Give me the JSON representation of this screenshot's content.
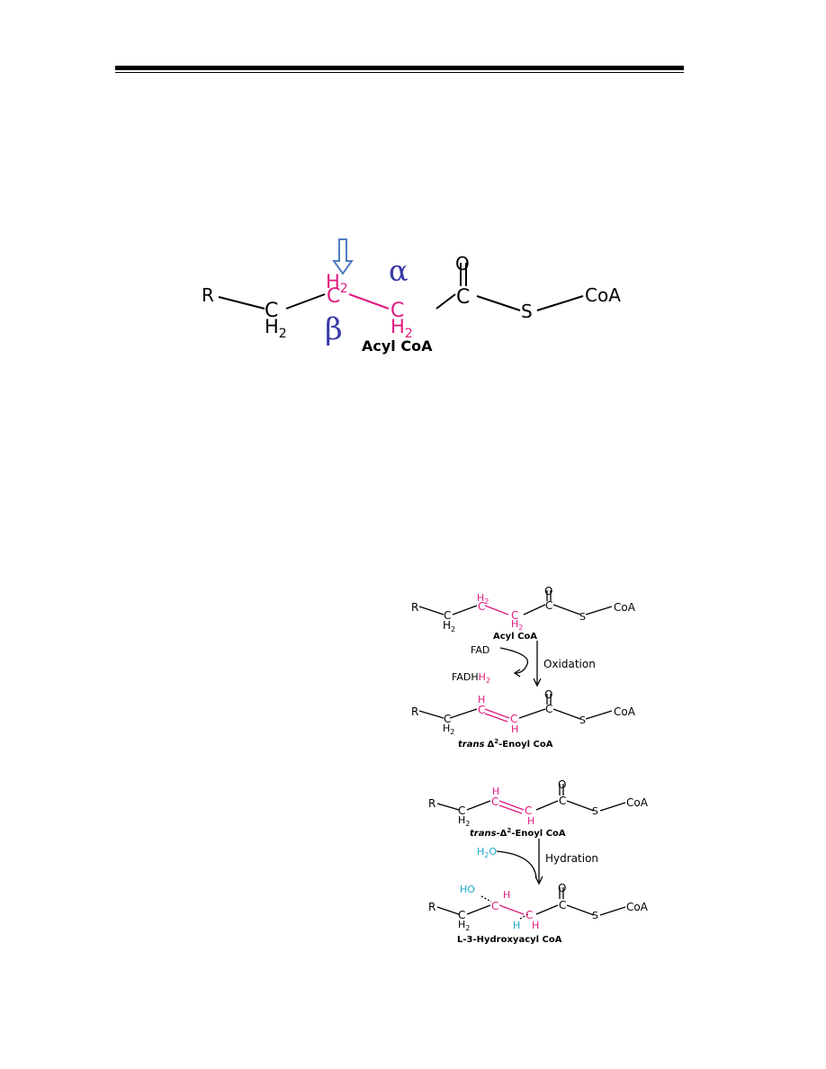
{
  "colors": {
    "highlight": "#e0197e",
    "greek": "#3a3aa8",
    "water": "#1aa6c8",
    "arrow": "#4f7cc2"
  },
  "fig1": {
    "r": "R",
    "h2": "H",
    "sub2": "2",
    "c": "C",
    "o": "O",
    "s": "S",
    "coa": "CoA",
    "alpha": "α",
    "beta": "β",
    "name": "Acyl CoA",
    "arrow_icon": "down-arrow-icon"
  },
  "fig2": {
    "r": "R",
    "h": "H",
    "sub2": "2",
    "c": "C",
    "o": "O",
    "s": "S",
    "coa": "CoA",
    "name_top": "Acyl CoA",
    "fad": "FAD",
    "fadh": "FADH",
    "step": "Oxidation",
    "name_bottom_italic": "trans",
    "name_bottom_delta": "Δ",
    "name_bottom_sup": "2",
    "name_bottom_rest": "-Enoyl CoA"
  },
  "fig3": {
    "r": "R",
    "h": "H",
    "sub2": "2",
    "c": "C",
    "o": "O",
    "s": "S",
    "coa": "CoA",
    "ho": "HO",
    "name_top_italic": "trans",
    "name_top_rest": "-Δ",
    "name_top_sup": "2",
    "name_top_end": "-Enoyl CoA",
    "water": "H",
    "water_sub": "2",
    "water_o": "O",
    "step": "Hydration",
    "name_bottom": "L-3-Hydroxyacyl CoA"
  }
}
